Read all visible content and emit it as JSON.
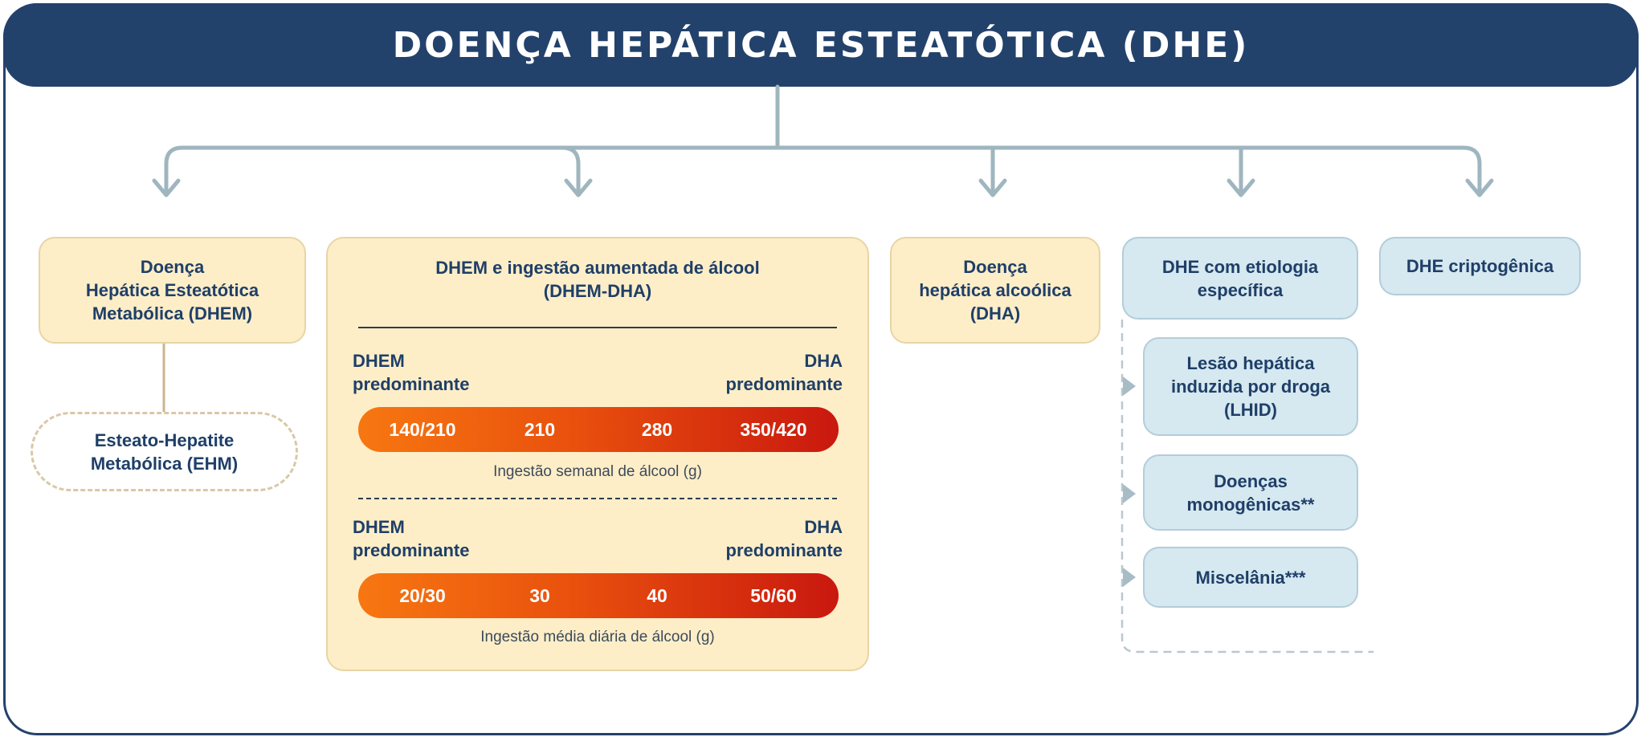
{
  "title": "DOENÇA HEPÁTICA ESTEATÓTICA (DHE)",
  "dhem": {
    "line1": "Doença",
    "line2": "Hepática Esteatótica",
    "line3": "Metabólica (DHEM)"
  },
  "ehm": {
    "line1": "Esteato-Hepatite",
    "line2": "Metabólica (EHM)"
  },
  "met_ald": {
    "title_line1": "DHEM e ingestão aumentada de álcool",
    "title_line2": "(DHEM-DHA)",
    "predominant_left_line1": "DHEM",
    "predominant_left_line2": "predominante",
    "predominant_right_line1": "DHA",
    "predominant_right_line2": "predominante",
    "weekly_scale": [
      "140/210",
      "210",
      "280",
      "350/420"
    ],
    "weekly_caption": "Ingestão semanal de álcool (g)",
    "daily_scale": [
      "20/30",
      "30",
      "40",
      "50/60"
    ],
    "daily_caption": "Ingestão média diária de álcool (g)"
  },
  "dha": {
    "line1": "Doença",
    "line2": "hepática alcoólica",
    "line3": "(DHA)"
  },
  "specific": {
    "line1": "DHE com etiologia",
    "line2": "específica",
    "items": [
      {
        "line1": "Lesão hepática",
        "line2": "induzida por droga",
        "line3": "(LHID)"
      },
      {
        "line1": "Doenças",
        "line2": "monogênicas**"
      },
      {
        "line1": "Miscelânia***"
      }
    ]
  },
  "cryptogenic": {
    "label": "DHE criptogênica"
  },
  "colors": {
    "navy": "#23426b",
    "connector": "#9fb6bf",
    "yellow_fill": "#fdeec8",
    "blue_fill": "#d6e8f0",
    "gradient_start": "#f77711",
    "gradient_end": "#c9180f"
  }
}
